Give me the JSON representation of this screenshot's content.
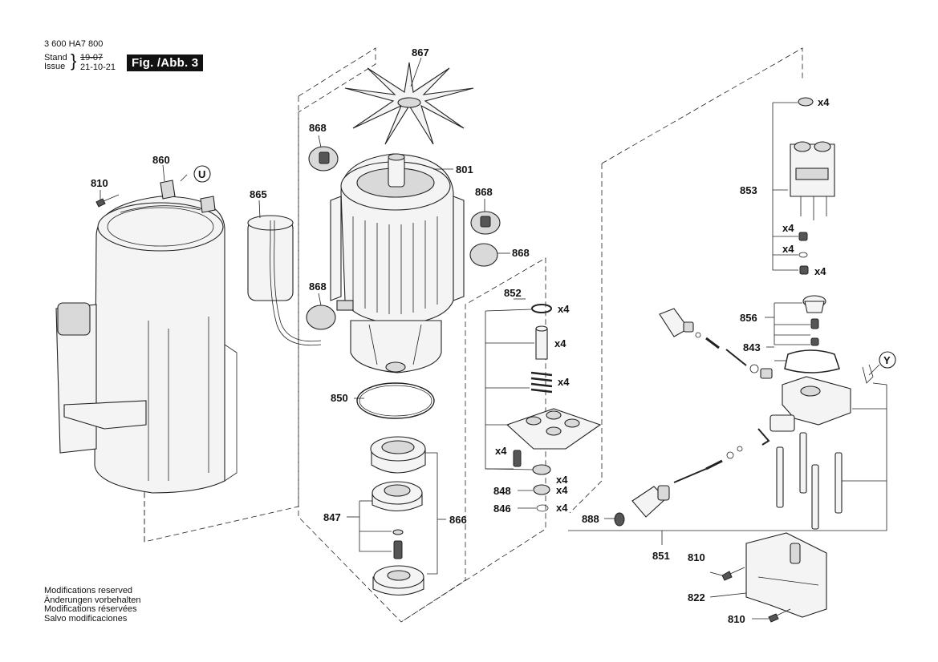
{
  "header": {
    "part_number": "3 600 HA7 800",
    "stand_label": "Stand",
    "issue_label": "Issue",
    "stand_value": "19-07",
    "issue_value": "21-10-21",
    "figure": "Fig. /Abb. 3"
  },
  "footer": {
    "lines": [
      "Modifications reserved",
      "Änderungen vorbehalten",
      "Modifications réservées",
      "Salvo modificaciones"
    ]
  },
  "callouts": {
    "p867": "867",
    "p868a": "868",
    "p868b": "868",
    "p868c": "868",
    "p868d": "868",
    "p801": "801",
    "p860": "860",
    "p810a": "810",
    "p865": "865",
    "pU": "U",
    "p850": "850",
    "p847": "847",
    "p866": "866",
    "p852": "852",
    "p848": "848",
    "p846": "846",
    "p853": "853",
    "p856": "856",
    "p843": "843",
    "pY": "Y",
    "p888": "888",
    "p851": "851",
    "p810b": "810",
    "p822": "822",
    "p810c": "810"
  },
  "quantities": {
    "q852_ring": "x4",
    "q852_pin": "x4",
    "q852_spring": "x4",
    "q852_screw": "x4",
    "q852_seal": "x4",
    "q848": "x4",
    "q846": "x4",
    "q853_top": "x4",
    "q853_a": "x4",
    "q853_b": "x4",
    "q853_c": "x4"
  }
}
